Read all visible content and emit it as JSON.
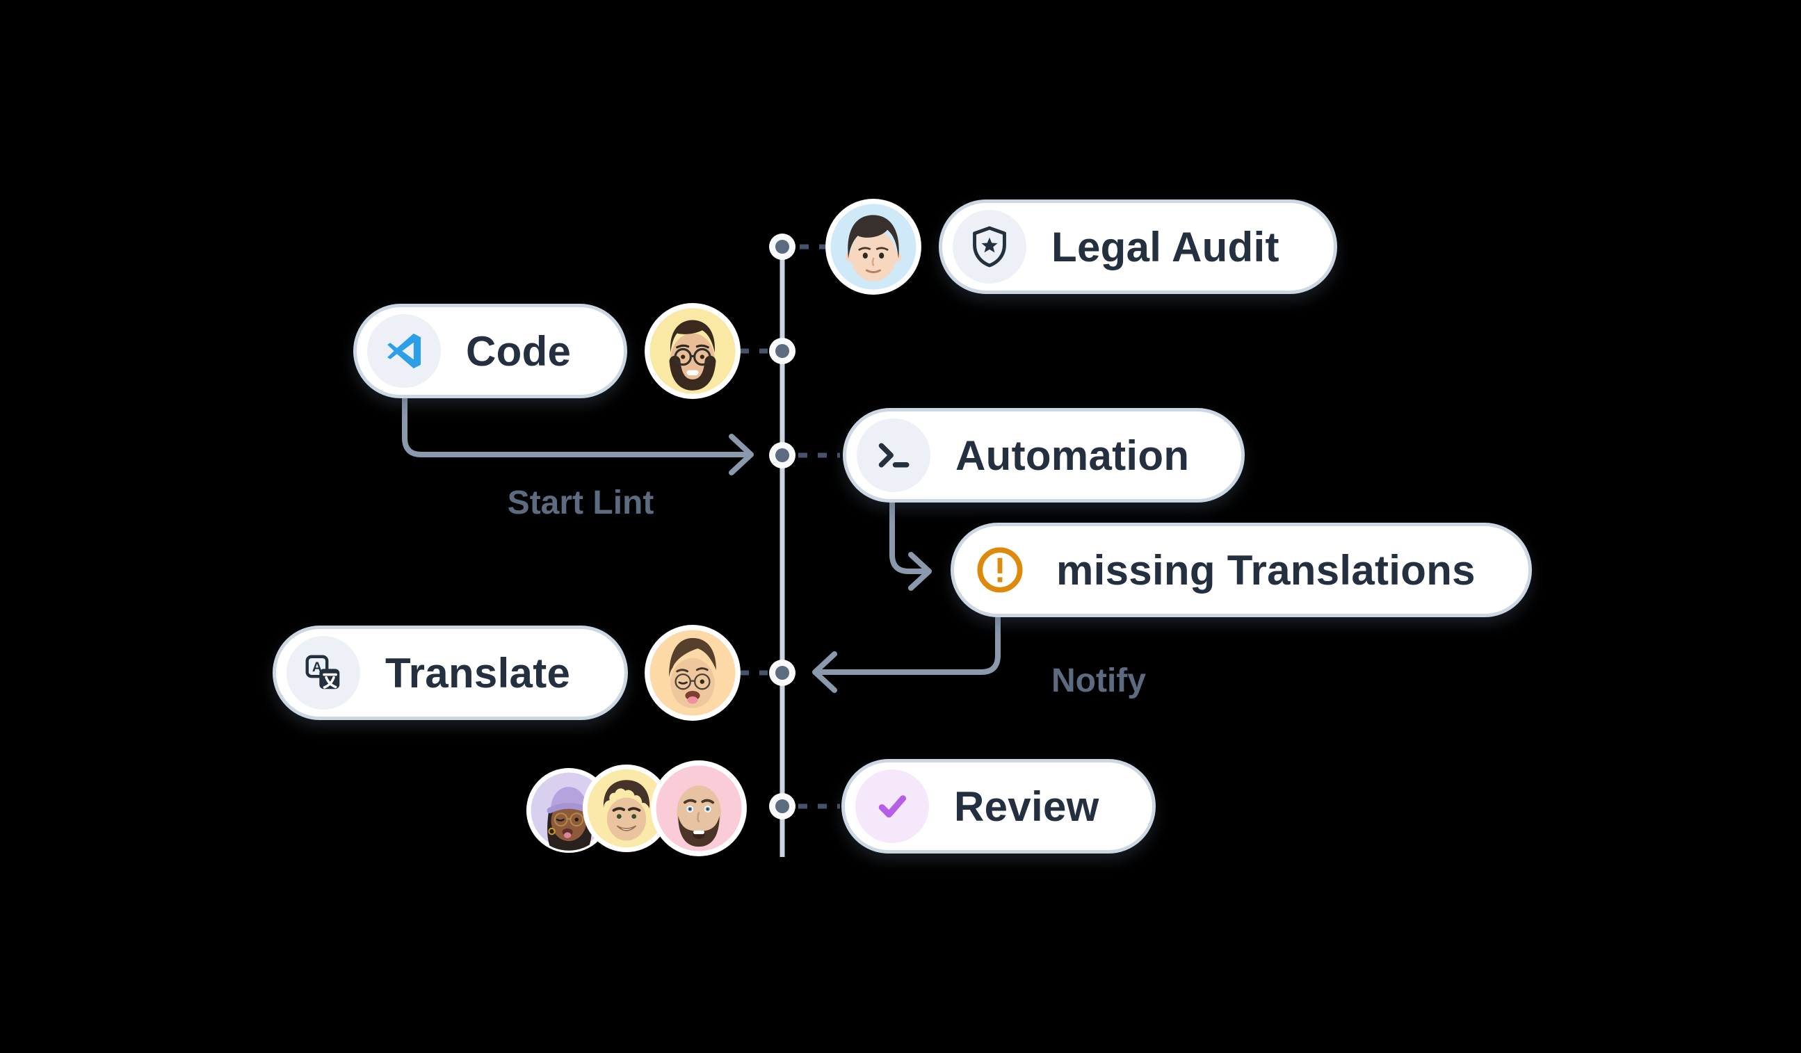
{
  "workflow": {
    "nodes": [
      {
        "label": "Legal Audit",
        "icon": "shield-star-icon"
      },
      {
        "label": "Code",
        "icon": "vscode-icon"
      },
      {
        "label": "Automation",
        "icon": "terminal-icon"
      },
      {
        "label": "missing Translations",
        "icon": "warning-icon"
      },
      {
        "label": "Translate",
        "icon": "translate-icon"
      },
      {
        "label": "Review",
        "icon": "check-icon"
      }
    ],
    "edges": [
      {
        "from": "Code",
        "to": "Automation",
        "label": "Start Lint"
      },
      {
        "from": "Automation",
        "to": "missing Translations",
        "label": ""
      },
      {
        "from": "missing Translations",
        "to": "Translate",
        "label": "Notify"
      }
    ],
    "avatars": [
      {
        "name": "boy",
        "bg": "#cfe9f9",
        "row": "Legal Audit"
      },
      {
        "name": "bearded-man-glasses",
        "bg": "#fae9a4",
        "row": "Code"
      },
      {
        "name": "winking-man",
        "bg": "#fcd9a6",
        "row": "Translate"
      },
      {
        "name": "woman-beanie",
        "bg": "#d9d0f0",
        "row": "Review"
      },
      {
        "name": "curly-hair-kid",
        "bg": "#fbe9a9",
        "row": "Review"
      },
      {
        "name": "bald-bearded-man",
        "bg": "#f9ccd7",
        "row": "Review"
      }
    ],
    "colors": {
      "background": "#000000",
      "timeline": "#cbd5e1",
      "timeline_dot": "#5c6b80",
      "dashed_connector": "#47536b",
      "arrow": "#8b99ad",
      "pill_bg": "#ffffff",
      "pill_border": "#cdd7e3",
      "icon_circle_bg": "#edf1f7",
      "node_text": "#242f3f",
      "edge_label_text": "#5d6b80",
      "warning_orange": "#dd8a0c",
      "check_purple": "#b55ee6",
      "check_circle_bg": "#f5e8fb",
      "vscode_blue": "#2d9fe8"
    }
  }
}
